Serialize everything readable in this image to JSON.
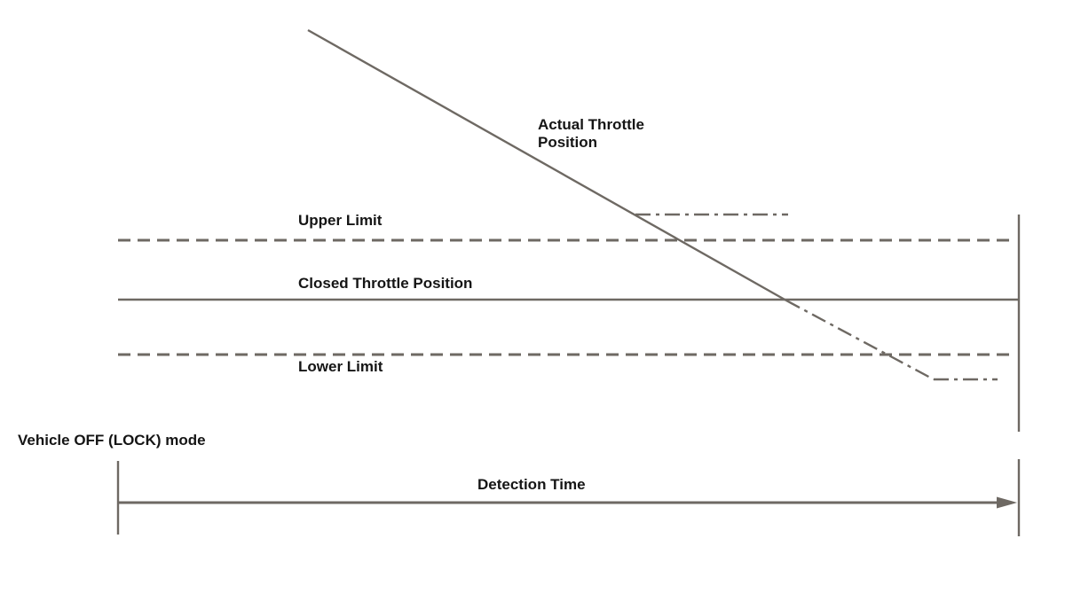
{
  "colors": {
    "background": "#ffffff",
    "line": "#6e6963",
    "text": "#151515"
  },
  "labels": {
    "actual_throttle_position": "Actual Throttle Position",
    "upper_limit": "Upper Limit",
    "closed_throttle_position": "Closed Throttle Position",
    "lower_limit": "Lower Limit",
    "vehicle_mode": "Vehicle OFF (LOCK) mode",
    "detection_time": "Detection Time"
  },
  "diagram": {
    "type": "signal-timing-diagram",
    "lines": [
      {
        "name": "actual-throttle-line",
        "style": "solid",
        "orientation": "diagonal-falling",
        "label": "Actual Throttle Position"
      },
      {
        "name": "upper-hold-line",
        "style": "dash-dot",
        "orientation": "horizontal",
        "level": "above upper limit"
      },
      {
        "name": "upper-limit-line",
        "style": "dashed",
        "orientation": "horizontal",
        "label": "Upper Limit"
      },
      {
        "name": "closed-throttle-line",
        "style": "solid",
        "orientation": "horizontal",
        "label": "Closed Throttle Position"
      },
      {
        "name": "lower-limit-line",
        "style": "dashed",
        "orientation": "horizontal",
        "label": "Lower Limit"
      },
      {
        "name": "throttle-fall-continuation",
        "style": "dash-dot",
        "orientation": "diagonal-falling",
        "level": "below lower limit"
      },
      {
        "name": "settle-line",
        "style": "dash-dot",
        "orientation": "horizontal",
        "level": "below lower limit"
      },
      {
        "name": "detection-time-axis",
        "style": "solid-arrow",
        "orientation": "horizontal",
        "label": "Detection Time"
      }
    ]
  }
}
